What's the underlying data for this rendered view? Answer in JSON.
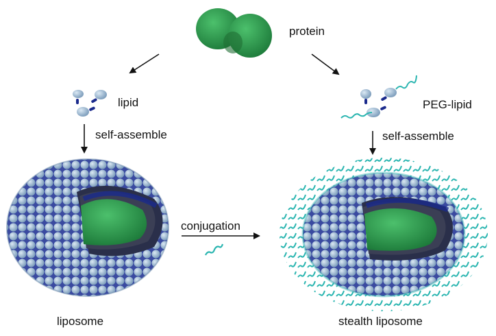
{
  "diagram": {
    "labels": {
      "protein": "protein",
      "lipid": "lipid",
      "peg_lipid": "PEG-lipid",
      "self_assemble_left": "self-assemble",
      "self_assemble_right": "self-assemble",
      "conjugation": "conjugation",
      "liposome": "liposome",
      "stealth_liposome": "stealth liposome"
    },
    "colors": {
      "protein": "#2e9e4f",
      "protein_dark": "#1f6e34",
      "lipid_head": "#a9c6dd",
      "lipid_tail": "#1a2a8c",
      "peg": "#2ab5b0",
      "arrow": "#111111"
    }
  }
}
